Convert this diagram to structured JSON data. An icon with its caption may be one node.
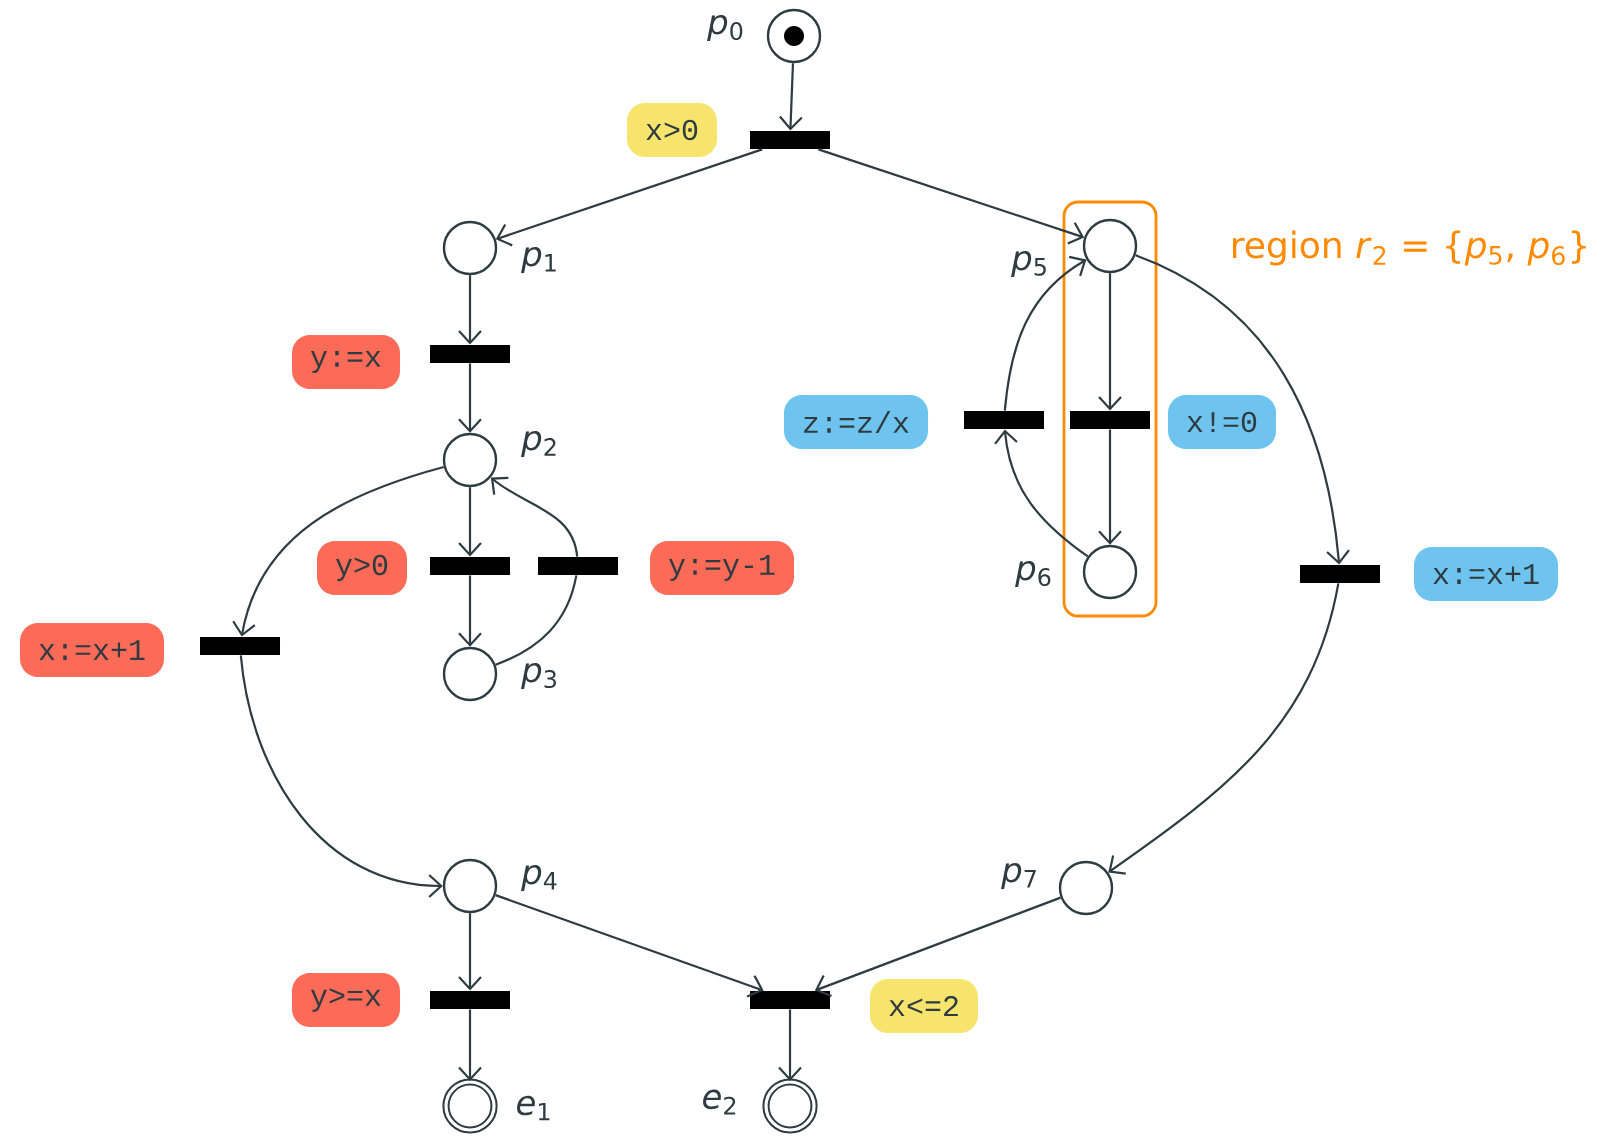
{
  "diagram": {
    "nodes": [
      {
        "text": [],
        "shape": "circle",
        "beside": [
          "*p*$_{0}$"
        ]
      },
      {
        "text": [],
        "shape": "bar"
      },
      {
        "text": [
          "x>0"
        ]
      },
      {
        "text": [],
        "shape": "circle",
        "beside": [
          "*p*$_{1}$"
        ]
      },
      {
        "text": [
          "region *r*$_{2}$ = {*p*$_{5}$, *p*$_{6}$}"
        ]
      },
      {
        "text": [],
        "shape": "circle",
        "beside": [
          "*p*$_{5}$"
        ],
        "in": 4
      },
      {
        "text": [
          "y:=x"
        ]
      },
      {
        "text": [],
        "shape": "bar"
      },
      {
        "text": [],
        "shape": "circle",
        "beside": [
          "*p*$_{2}$"
        ]
      },
      {
        "text": [
          "z:=z/x"
        ]
      },
      {
        "text": [],
        "shape": "bar"
      },
      {
        "text": [],
        "shape": "bar",
        "in": 4
      },
      {
        "text": [
          "x!=0"
        ]
      },
      {
        "text": [
          "x:=x+1"
        ]
      },
      {
        "text": [],
        "shape": "bar"
      },
      {
        "text": [
          "y>0"
        ]
      },
      {
        "text": [],
        "shape": "bar"
      },
      {
        "text": [],
        "shape": "bar"
      },
      {
        "text": [
          "y:=y-1"
        ]
      },
      {
        "text": [],
        "shape": "circle",
        "beside": [
          "*p*$_{6}$"
        ],
        "in": 4
      },
      {
        "text": [],
        "shape": "bar"
      },
      {
        "text": [
          "x:=x+1"
        ]
      },
      {
        "text": [],
        "shape": "circle",
        "beside": [
          "*p*$_{3}$"
        ]
      },
      {
        "text": [],
        "shape": "circle",
        "beside": [
          "*p*$_{4}$"
        ]
      },
      {
        "text": [],
        "shape": "circle",
        "beside": [
          "*p*$_{7}$"
        ]
      },
      {
        "text": [
          "y>=x"
        ]
      },
      {
        "text": [],
        "shape": "bar"
      },
      {
        "text": [],
        "shape": "bar"
      },
      {
        "text": [
          "x<=2"
        ]
      },
      {
        "text": [],
        "shape": "double-circle",
        "beside": [
          "*e*$_{1}$"
        ]
      },
      {
        "text": [],
        "shape": "double-circle",
        "beside": [
          "*e*$_{2}$"
        ]
      }
    ],
    "edges": [
      {
        "from": 0,
        "to": 1,
        "arrow": "to"
      },
      {
        "from": 1,
        "to": 3,
        "arrow": "to"
      },
      {
        "from": 1,
        "to": 5,
        "arrow": "to"
      },
      {
        "from": 3,
        "to": 7,
        "arrow": "to"
      },
      {
        "from": 7,
        "to": 8,
        "arrow": "to"
      },
      {
        "from": 8,
        "to": 14,
        "arrow": "to"
      },
      {
        "from": 8,
        "to": 16,
        "arrow": "to"
      },
      {
        "from": 16,
        "to": 22,
        "arrow": "to"
      },
      {
        "from": 22,
        "to": 17,
        "arrow": "none"
      },
      {
        "from": 17,
        "to": 8,
        "arrow": "to"
      },
      {
        "from": 14,
        "to": 23,
        "arrow": "to"
      },
      {
        "from": 5,
        "to": 11,
        "arrow": "to"
      },
      {
        "from": 11,
        "to": 19,
        "arrow": "to"
      },
      {
        "from": 19,
        "to": 10,
        "arrow": "to"
      },
      {
        "from": 10,
        "to": 5,
        "arrow": "to"
      },
      {
        "from": 5,
        "to": 20,
        "arrow": "to"
      },
      {
        "from": 20,
        "to": 24,
        "arrow": "to"
      },
      {
        "from": 23,
        "to": 26,
        "arrow": "to"
      },
      {
        "from": 26,
        "to": 29,
        "arrow": "to"
      },
      {
        "from": 23,
        "to": 27,
        "arrow": "to"
      },
      {
        "from": 24,
        "to": 27,
        "arrow": "to"
      },
      {
        "from": 27,
        "to": 30,
        "arrow": "to"
      }
    ]
  }
}
